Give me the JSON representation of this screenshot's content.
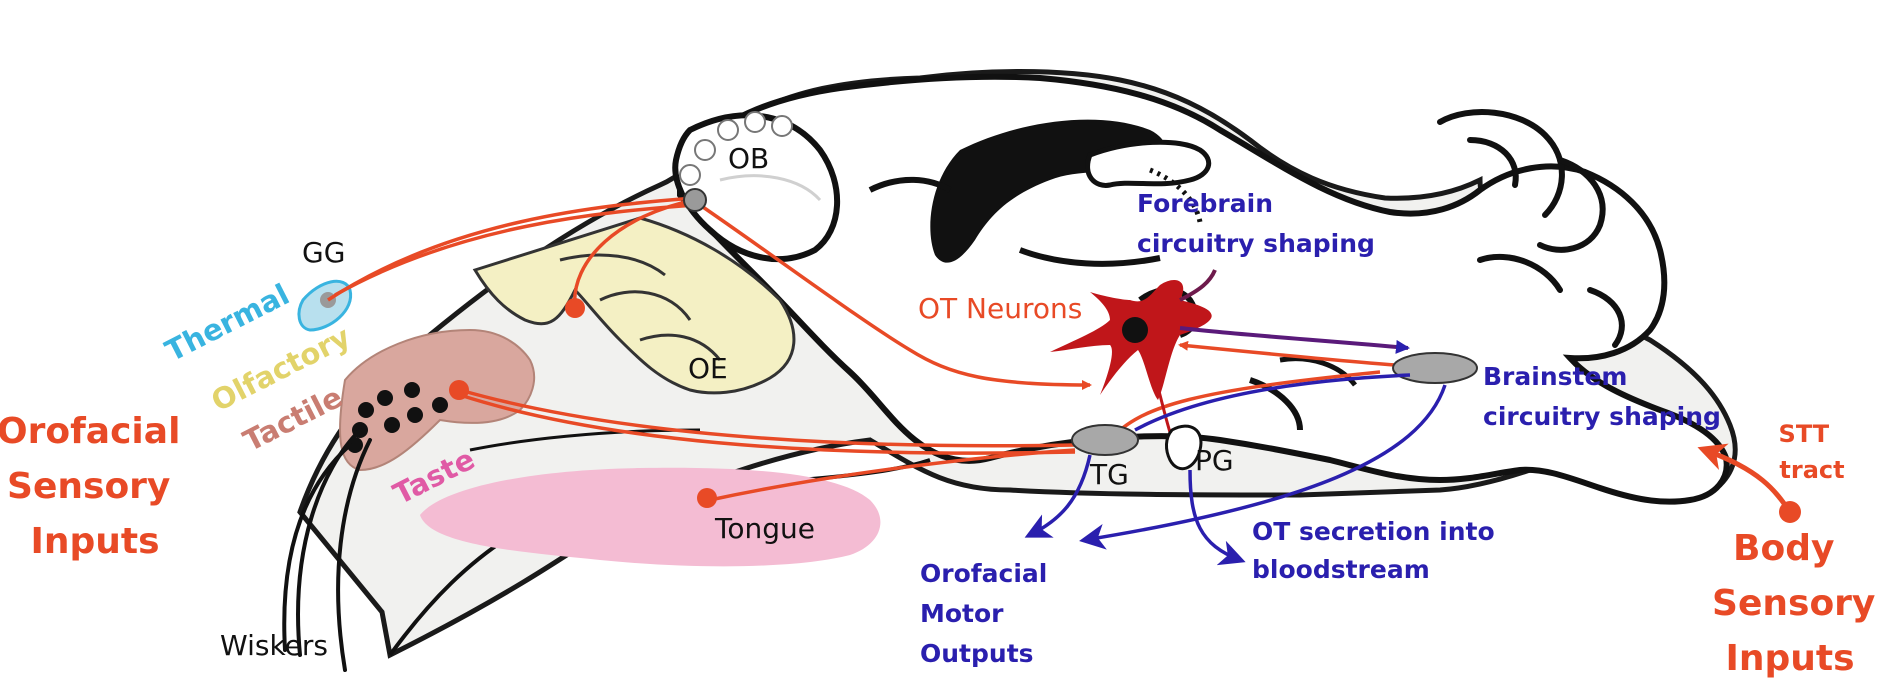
{
  "colors": {
    "sensory_red": "#e84a26",
    "motor_blue": "#2a1fae",
    "thermal": "#39b4e0",
    "olfactory": "#e2d36a",
    "tactile": "#c97d72",
    "taste": "#e05aa5",
    "tongue_fill": "#f4bcd3",
    "oe_fill": "#f4f0c4",
    "snout_fill": "#d9a79e",
    "ot_neuron": "#c0161a",
    "gray_nucleus": "#a8a8a8"
  },
  "labels": {
    "ob": "OB",
    "gg": "GG",
    "oe": "OE",
    "tongue": "Tongue",
    "wiskers": "Wiskers",
    "tg": "TG",
    "pg": "PG",
    "ot_neurons": "OT Neurons",
    "thermal": "Thermal",
    "olfactory": "Olfactory",
    "tactile": "Tactile",
    "taste": "Taste"
  },
  "groups": {
    "orofacial_sensory": [
      "Orofacial",
      "Sensory",
      "Inputs"
    ],
    "body_sensory": [
      "Body",
      "Sensory",
      "Inputs"
    ],
    "stt_tract": [
      "STT",
      "tract"
    ],
    "forebrain": [
      "Forebrain",
      "circuitry shaping"
    ],
    "brainstem": [
      "Brainstem",
      "circuitry shaping"
    ],
    "orofacial_motor": [
      "Orofacial",
      "Motor",
      "Outputs"
    ],
    "ot_secretion": [
      "OT secretion into",
      "bloodstream"
    ]
  }
}
